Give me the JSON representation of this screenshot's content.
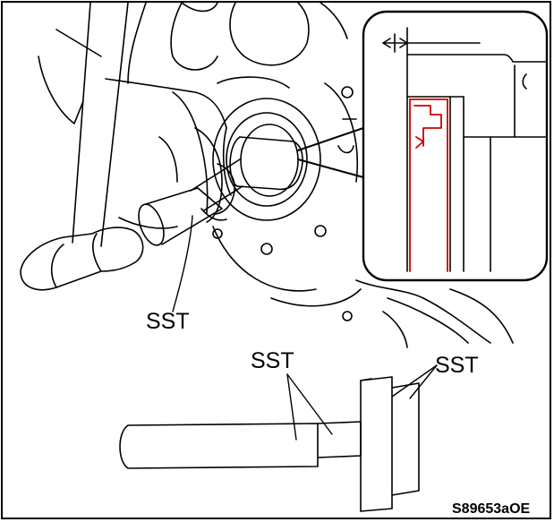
{
  "labels": {
    "sst_upper": "SST",
    "sst_tool_left": "SST",
    "sst_tool_right": "SST"
  },
  "figure_code": "S89653aOE",
  "colors": {
    "line": "#000000",
    "highlight": "#cc0000",
    "background": "#ffffff"
  }
}
